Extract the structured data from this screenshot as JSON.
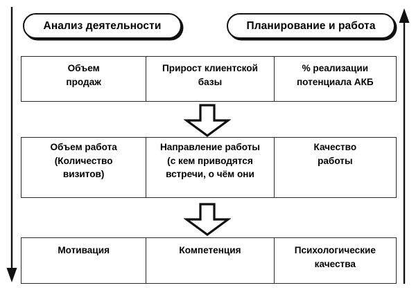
{
  "diagram": {
    "title_pills": [
      {
        "id": "analysis",
        "label": "Анализ деятельности"
      },
      {
        "id": "planning",
        "label": "Планирование и работа"
      }
    ],
    "side_arrows": [
      {
        "id": "left-arrow",
        "direction": "down",
        "name": "left-flow-arrow-down"
      },
      {
        "id": "right-arrow",
        "direction": "up",
        "name": "right-flow-arrow-up"
      }
    ],
    "connector_arrows": [
      {
        "id": "block-arrow-1",
        "direction": "down"
      },
      {
        "id": "block-arrow-2",
        "direction": "down"
      }
    ],
    "rows": [
      {
        "id": "row-1",
        "cells": [
          "Объем\nпродаж",
          "Прирост клиентской\nбазы",
          "% реализации\nпотенциала АКБ"
        ]
      },
      {
        "id": "row-2",
        "cells": [
          "Объем работа\n(Количество\nвизитов)",
          "Направление работы\n(с кем приводятся\nвстречи, о чём они",
          "Качество\nработы"
        ]
      },
      {
        "id": "row-3",
        "cells": [
          "Мотивация",
          "Компетенция",
          "Психологические\nкачества"
        ]
      }
    ]
  },
  "colors": {
    "stroke": "#111111",
    "table_border": "#2a2a2a",
    "background": "#ffffff",
    "text": "#000000"
  }
}
